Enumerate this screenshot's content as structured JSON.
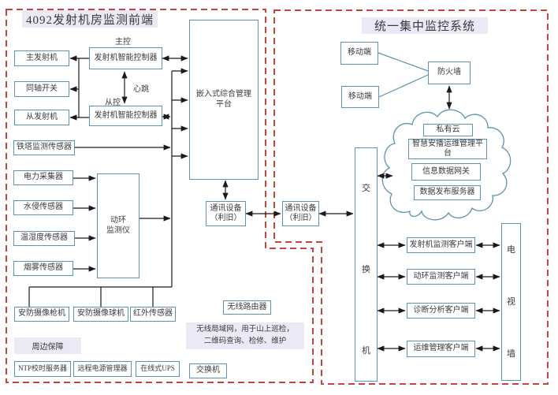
{
  "left_region": {
    "title": "4092发射机房监测前端",
    "master_label": "主控",
    "slave_label": "从控",
    "heartbeat_label": "心跳",
    "master_controller": "发射机智能控制器",
    "slave_controller": "发射机智能控制器",
    "main_transmitter": "主发射机",
    "coax_switch": "同轴开关",
    "slave_transmitter": "从发射机",
    "tower_sensor": "铁塔监测传感器",
    "power_collector": "电力采集器",
    "water_sensor": "水侵传感器",
    "temp_humidity_sensor": "温湿度传感器",
    "smoke_sensor": "烟雾传感器",
    "env_monitor": "动环\n监测仪",
    "embedded_platform": "嵌入式综合管理\n平台",
    "comm_device": "通讯设备\n（利旧）",
    "camera_gun": "安防摄像枪机",
    "camera_dome": "安防摄像球机",
    "infrared_sensor": "红外传感器",
    "perimeter_label": "周边保障",
    "ntp_server": "NTP校时服务器",
    "remote_power_manager": "远程电源管理器",
    "online_ups": "在线式UPS",
    "wifi_router": "无线路由器",
    "wlan_note": "无线局域网，用于山上巡检，\n二维码查询、检修、维护",
    "small_switch": "交换机"
  },
  "right_region": {
    "title": "统一集中监控系统",
    "mobile_top": "移动端",
    "mobile_bottom": "移动端",
    "firewall": "防火墙",
    "comm_device": "通讯设备\n（利旧）",
    "private_cloud": "私有云",
    "smart_platform": "智慧安播运维管理平台",
    "data_gateway": "信息数据网关",
    "data_publish_server": "数据发布服务器",
    "switch_vertical": "交\n换\n机",
    "tv_wall": "电\n视\n墙",
    "client_transmitter": "发射机监测客户端",
    "client_env": "动环监测客户端",
    "client_diagnosis": "诊断分析客户端",
    "client_ops": "运维管理客户端"
  },
  "colors": {
    "box_border": "#5b94ad",
    "dashed_border": "#c5443c",
    "highlight_bg": "#ece8f5",
    "wire": "#1a1a1a"
  }
}
